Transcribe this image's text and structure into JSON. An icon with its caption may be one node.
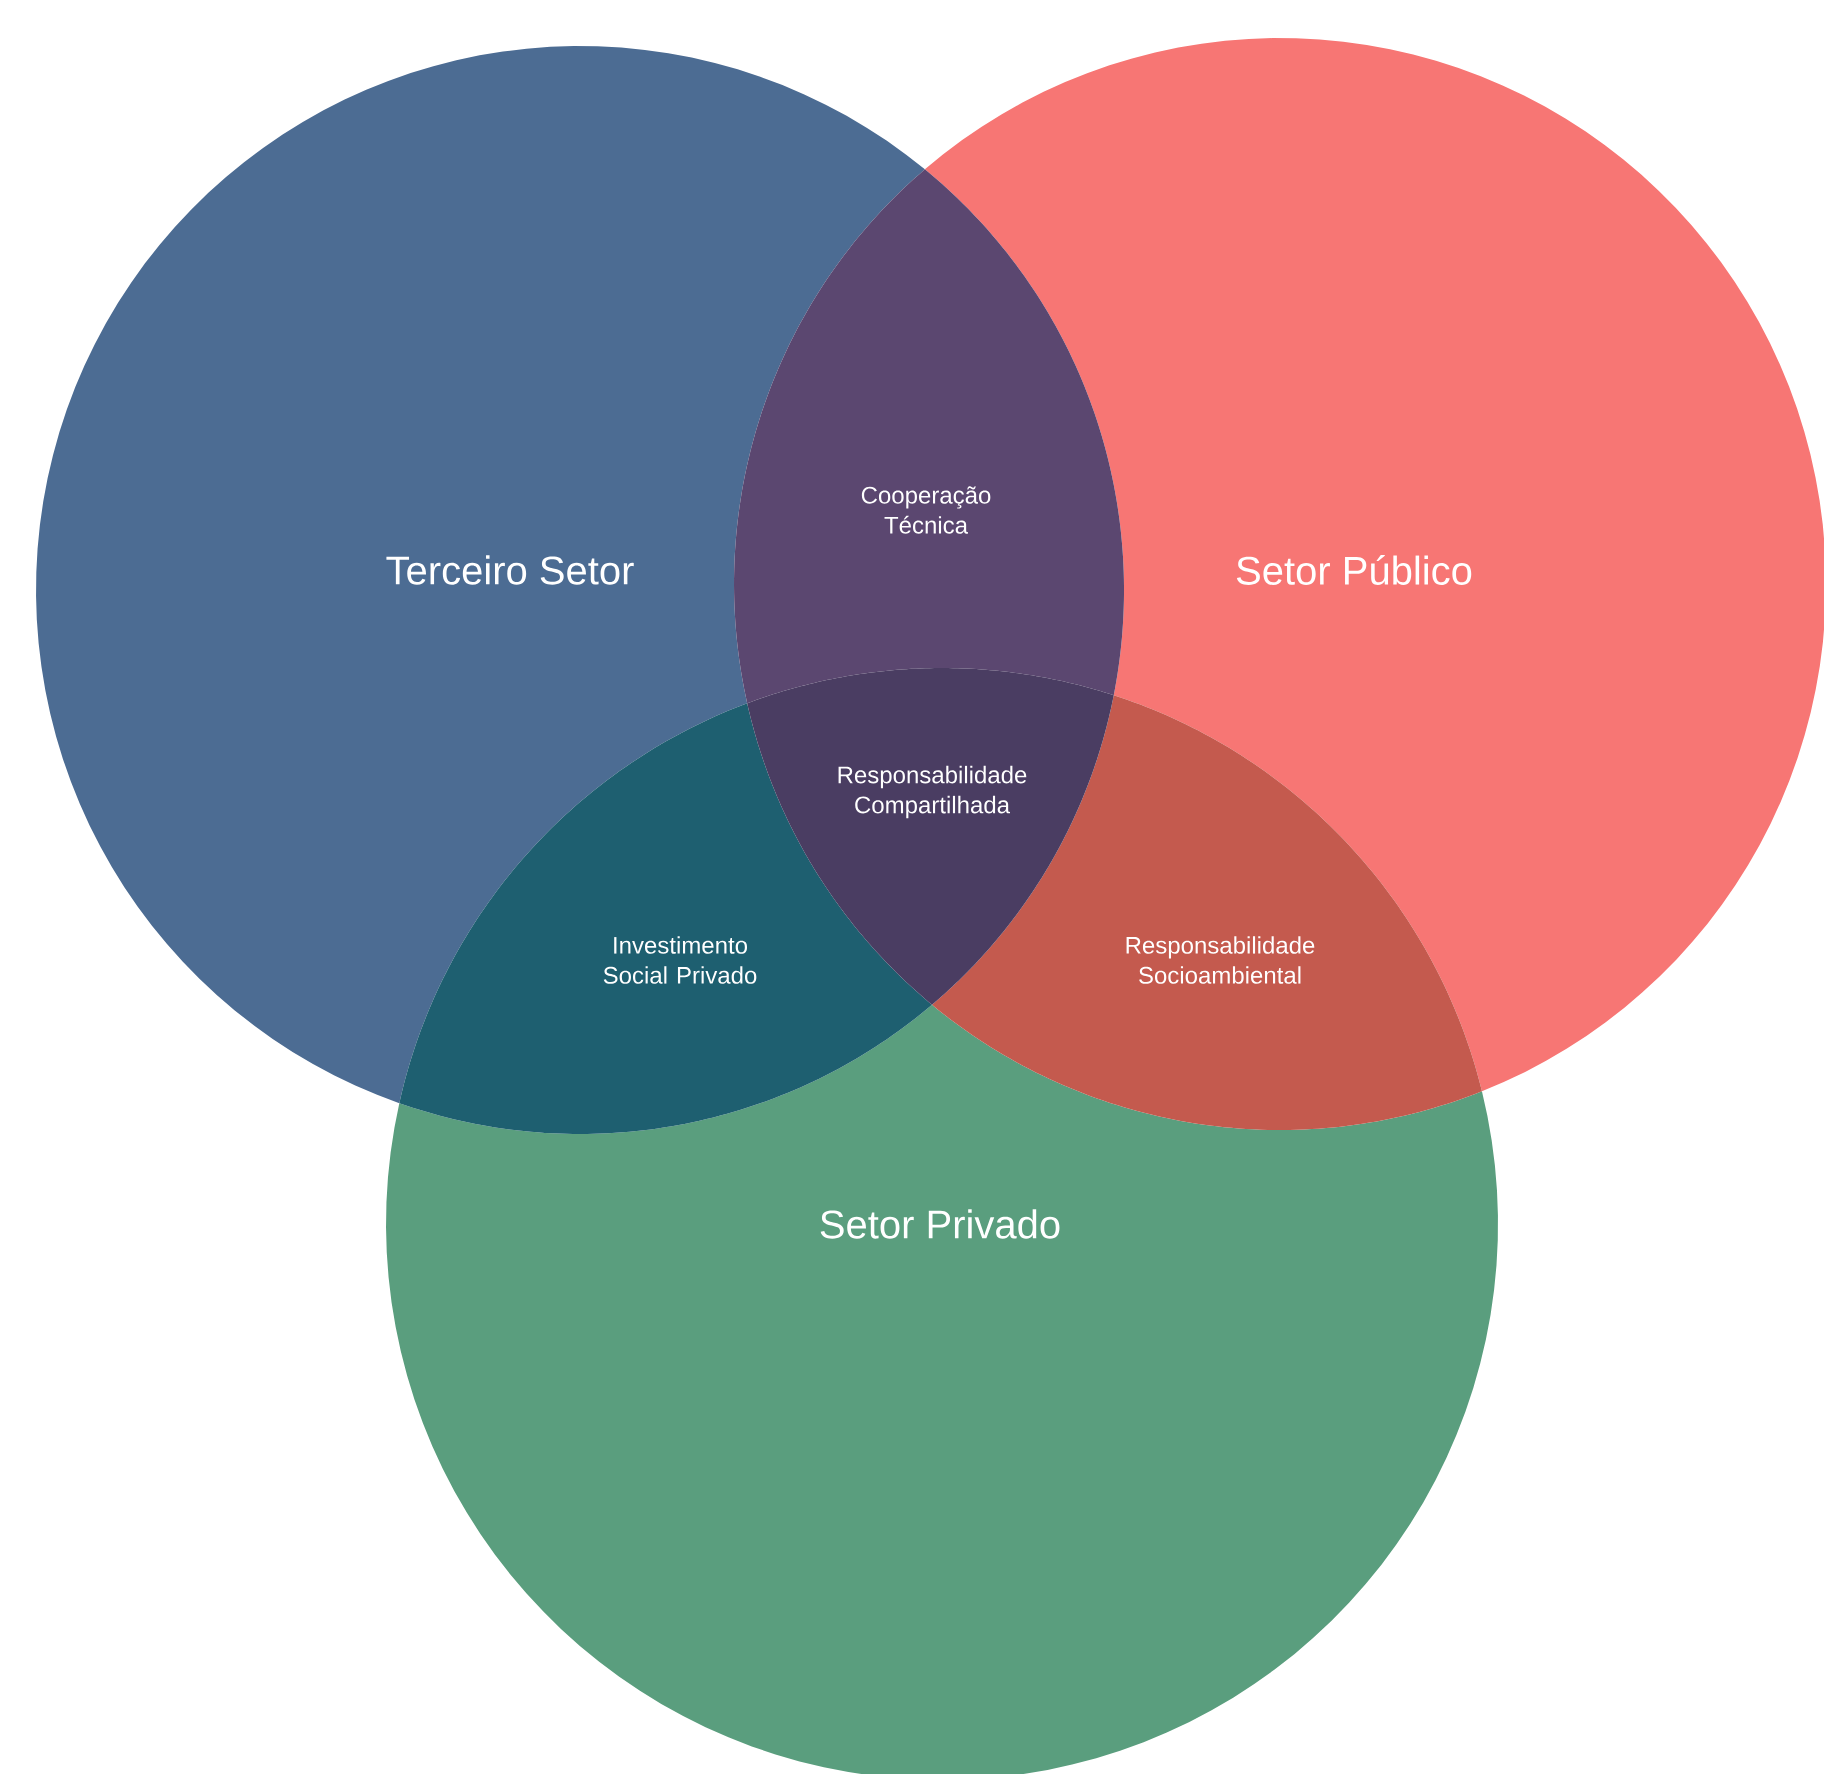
{
  "diagram": {
    "nodes": [
      {
        "text": [
          "Terceiro Setor"
        ]
      },
      {
        "text": [
          "Setor Público"
        ]
      },
      {
        "text": [
          "Setor Privado"
        ]
      }
    ],
    "labels": [
      "Cooperação Técnica",
      "Responsabilidade Compartilhada",
      "Investimento Social Privado",
      "Responsabilidade Socioambiental"
    ]
  }
}
